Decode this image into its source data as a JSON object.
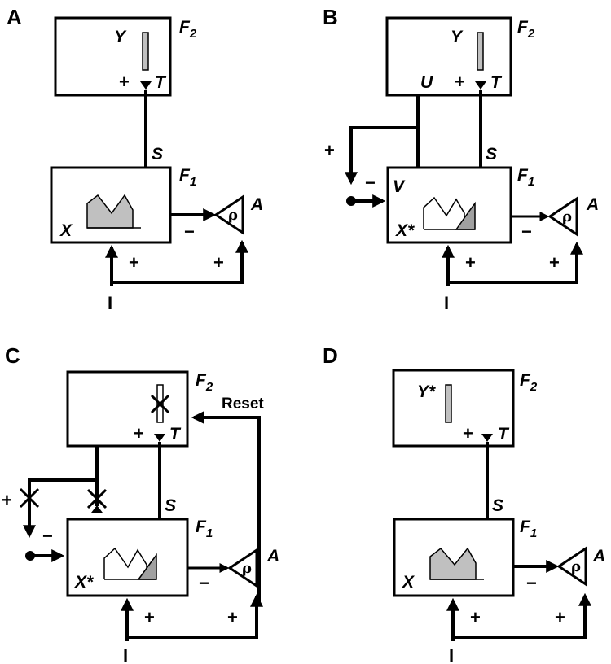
{
  "panels": {
    "A": {
      "letter": "A",
      "f2": "F",
      "f2_sub": "2",
      "f1": "F",
      "f1_sub": "1",
      "y": "Y",
      "t": "T",
      "plus_t": "+",
      "s": "S",
      "x": "X",
      "a": "A",
      "rho": "ρ",
      "minus_a": "−",
      "plus_in1": "+",
      "plus_in2": "+",
      "i": "I"
    },
    "B": {
      "letter": "B",
      "f2": "F",
      "f2_sub": "2",
      "f1": "F",
      "f1_sub": "1",
      "y": "Y",
      "t": "T",
      "u": "U",
      "plus_t": "+",
      "s": "S",
      "v": "V",
      "plus_v": "+",
      "minus_v": "−",
      "plus_left": "+",
      "x": "X*",
      "a": "A",
      "rho": "ρ",
      "minus_a": "−",
      "plus_in1": "+",
      "plus_in2": "+",
      "i": "I"
    },
    "C": {
      "letter": "C",
      "f2": "F",
      "f2_sub": "2",
      "f1": "F",
      "f1_sub": "1",
      "t": "T",
      "plus_t": "+",
      "reset": "Reset",
      "s": "S",
      "plus_v": "+",
      "minus_v": "−",
      "plus_left": "+",
      "x": "X*",
      "a": "A",
      "rho": "ρ",
      "minus_a": "−",
      "plus_in1": "+",
      "plus_in2": "+",
      "i": "I"
    },
    "D": {
      "letter": "D",
      "f2": "F",
      "f2_sub": "2",
      "f1": "F",
      "f1_sub": "1",
      "y": "Y*",
      "t": "T",
      "plus_t": "+",
      "s": "S",
      "x": "X",
      "a": "A",
      "rho": "ρ",
      "minus_a": "−",
      "plus_in1": "+",
      "plus_in2": "+",
      "i": "I"
    }
  },
  "colors": {
    "line": "#000000",
    "activity_fill": "#c0c0c0",
    "background": "#ffffff"
  }
}
